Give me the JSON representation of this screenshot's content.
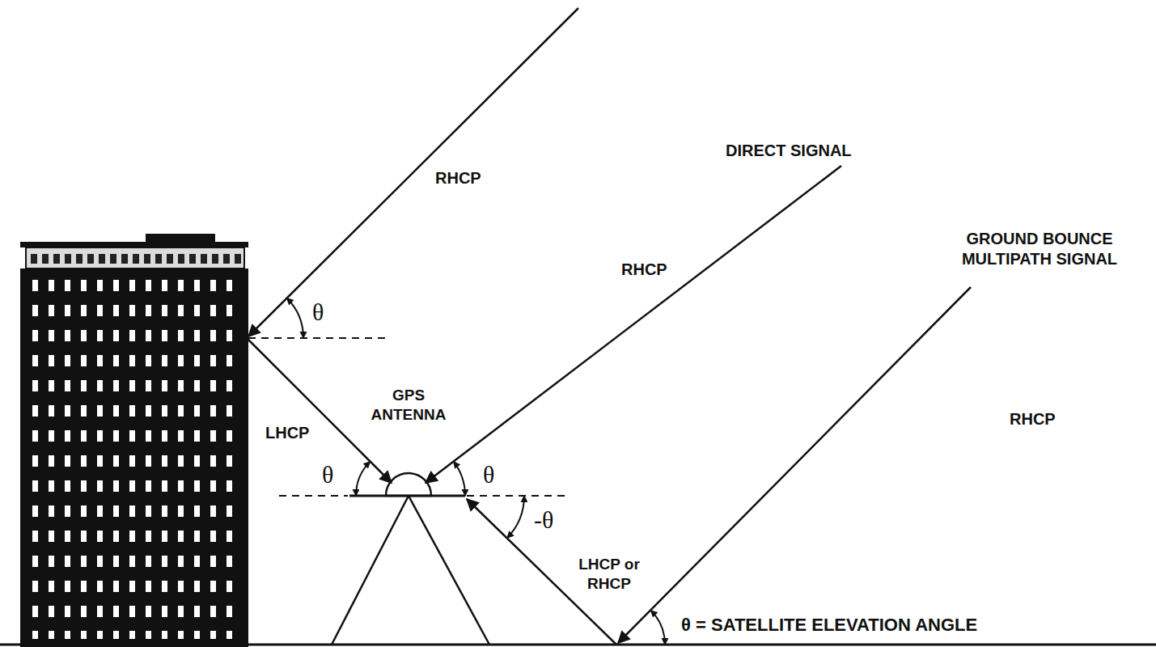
{
  "diagram": {
    "labels": [
      "RHCP",
      "DIRECT SIGNAL",
      "GROUND BOUNCE MULTIPATH SIGNAL",
      "RHCP",
      "θ",
      "RHCP",
      "LHCP",
      "GPS ANTENNA",
      "θ",
      "θ",
      "-θ",
      "LHCP or RHCP",
      "θ = SATELLITE ELEVATION ANGLE"
    ]
  }
}
